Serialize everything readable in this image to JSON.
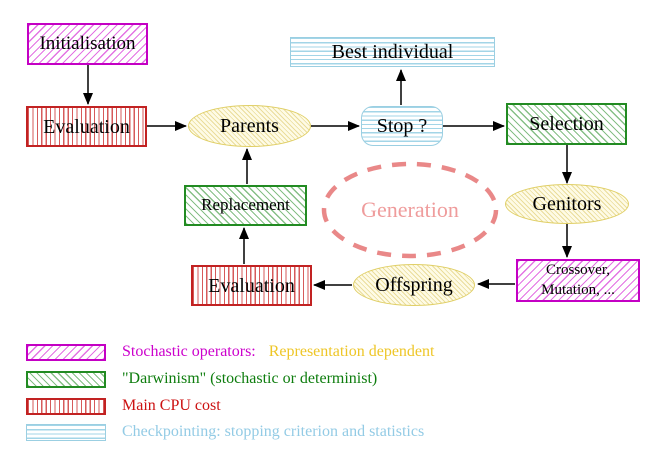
{
  "nodes": {
    "initialisation": {
      "label": "Initialisation"
    },
    "evaluation_top": {
      "label": "Evaluation"
    },
    "parents": {
      "label": "Parents"
    },
    "stop": {
      "label": "Stop ?"
    },
    "best_individual": {
      "label": "Best individual"
    },
    "selection": {
      "label": "Selection"
    },
    "genitors": {
      "label": "Genitors"
    },
    "crossover_mutation": {
      "line1": "Crossover,",
      "line2": "Mutation, ..."
    },
    "offspring": {
      "label": "Offspring"
    },
    "evaluation_bottom": {
      "label": "Evaluation"
    },
    "replacement": {
      "label": "Replacement"
    },
    "generation": {
      "label": "Generation"
    }
  },
  "legend": {
    "items": [
      {
        "swatch": "magenta-hatch",
        "text1": "Stochastic operators:",
        "text2": "Representation dependent"
      },
      {
        "swatch": "green-hatch",
        "text1": "\"Darwinism\" (stochastic or determinist)"
      },
      {
        "swatch": "red-stripes",
        "text1": "Main CPU cost"
      },
      {
        "swatch": "cyan-stripes",
        "text1": "Checkpointing: stopping criterion and statistics"
      }
    ]
  },
  "colors": {
    "magenta": "#cc00cc",
    "green": "#228b22",
    "red": "#cc2222",
    "cyan_stripe": "#9ed3e6",
    "cyan_text": "#93cbe5",
    "gold_text": "#eec627",
    "yellow_ellipse_border": "#e0cf66",
    "yellow_ellipse_fill": "#fefbe6",
    "salmon_dashed": "#e98888",
    "generation_text": "#ef9c9c",
    "arrow": "#000000"
  }
}
